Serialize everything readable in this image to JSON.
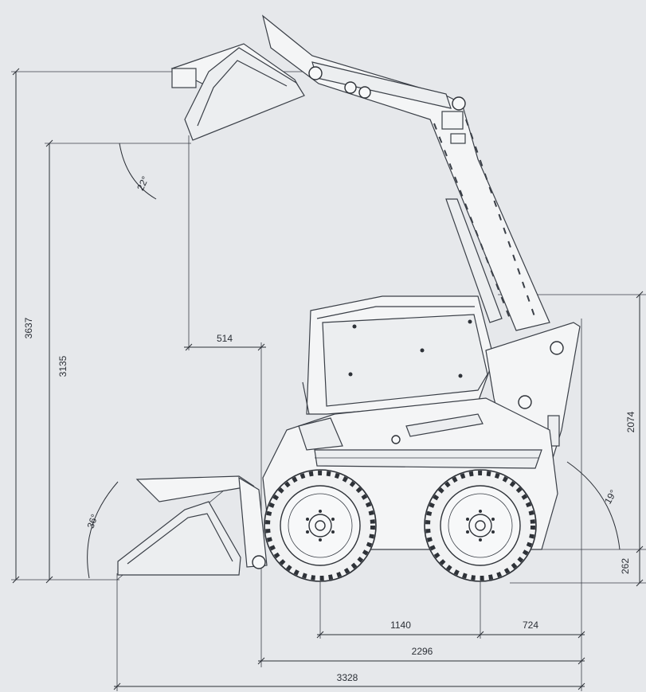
{
  "diagram": {
    "dimensions": {
      "total_height": "3637",
      "bucket_pin_height": "3135",
      "reach": "514",
      "cab_height": "2074",
      "ground_clearance": "262",
      "wheelbase": "1140",
      "rear_overhang": "724",
      "body_length": "2296",
      "total_length": "3328"
    },
    "angles": {
      "dump_angle": "22°",
      "rollback_angle": "36°",
      "departure_angle": "19°"
    }
  },
  "colors": {
    "background": "#e6e8eb",
    "line": "#2b2f36",
    "body": "#f4f5f6"
  }
}
